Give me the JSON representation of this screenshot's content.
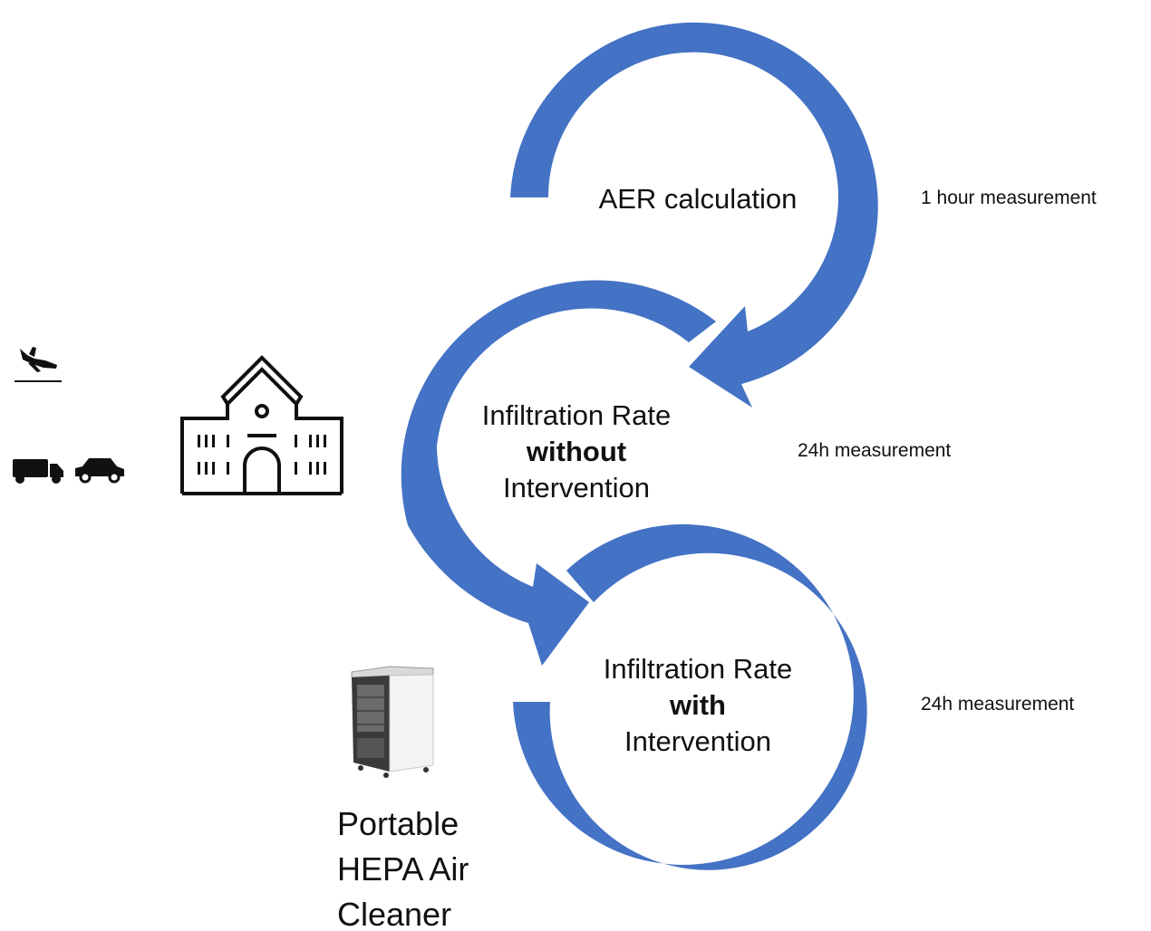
{
  "colors": {
    "arrow": "#4472C4",
    "icon": "#111111"
  },
  "steps": [
    {
      "title_line1": "AER calculation",
      "duration": "1 hour measurement"
    },
    {
      "title_line1": "Infiltration Rate",
      "title_line2": "without",
      "title_line3": "Intervention",
      "duration": "24h measurement"
    },
    {
      "title_line1": "Infiltration Rate",
      "title_line2": "with",
      "title_line3": "Intervention",
      "duration": "24h measurement"
    }
  ],
  "hepa": {
    "line1": "Portable",
    "line2": "HEPA Air",
    "line3": "Cleaner"
  },
  "icons": [
    "airplane-landing-icon",
    "truck-icon",
    "car-icon",
    "school-building-icon",
    "air-purifier-icon"
  ]
}
